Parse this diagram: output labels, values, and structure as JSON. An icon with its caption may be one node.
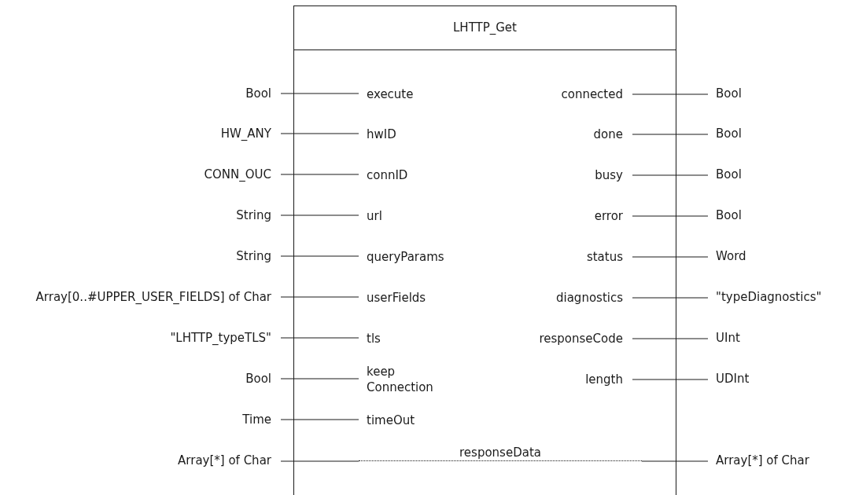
{
  "diagram": {
    "nodes": [
      {
        "text": [
          "LHTTP_Get"
        ]
      },
      {
        "text": [
          "Bool"
        ]
      },
      {
        "text": [
          "execute"
        ],
        "in": 0
      },
      {
        "text": [
          "connected"
        ],
        "in": 0
      },
      {
        "text": [
          "Bool"
        ]
      },
      {
        "text": [
          "HW_ANY"
        ]
      },
      {
        "text": [
          "hwID"
        ],
        "in": 0
      },
      {
        "text": [
          "done"
        ],
        "in": 0
      },
      {
        "text": [
          "Bool"
        ]
      },
      {
        "text": [
          "CONN_OUC"
        ]
      },
      {
        "text": [
          "connID"
        ],
        "in": 0
      },
      {
        "text": [
          "busy"
        ],
        "in": 0
      },
      {
        "text": [
          "Bool"
        ]
      },
      {
        "text": [
          "String"
        ]
      },
      {
        "text": [
          "url"
        ],
        "in": 0
      },
      {
        "text": [
          "error"
        ],
        "in": 0
      },
      {
        "text": [
          "Bool"
        ]
      },
      {
        "text": [
          "String"
        ]
      },
      {
        "text": [
          "queryParams"
        ],
        "in": 0
      },
      {
        "text": [
          "status"
        ],
        "in": 0
      },
      {
        "text": [
          "Word"
        ]
      },
      {
        "text": [
          "Array[0..#UPPER_USER_FIELDS] of Char"
        ]
      },
      {
        "text": [
          "userFields"
        ],
        "in": 0
      },
      {
        "text": [
          "diagnostics"
        ],
        "in": 0
      },
      {
        "text": [
          "\"typeDiagnostics\""
        ]
      },
      {
        "text": [
          "\"LHTTP_typeTLS\""
        ]
      },
      {
        "text": [
          "tls"
        ],
        "in": 0
      },
      {
        "text": [
          "responseCode"
        ],
        "in": 0
      },
      {
        "text": [
          "UInt"
        ]
      },
      {
        "text": [
          "Bool"
        ]
      },
      {
        "text": [
          "keep Connection"
        ],
        "in": 0
      },
      {
        "text": [
          "length"
        ],
        "in": 0
      },
      {
        "text": [
          "UDInt"
        ]
      },
      {
        "text": [
          "Time"
        ]
      },
      {
        "text": [
          "timeOut"
        ],
        "in": 0
      },
      {
        "text": [
          "Array[*] of Char"
        ]
      },
      {
        "text": [
          "responseData"
        ],
        "in": 0
      },
      {
        "text": [
          "Array[*] of Char"
        ]
      }
    ],
    "edges": [
      {
        "from": 1,
        "to": 2,
        "arrow": "none"
      },
      {
        "from": 3,
        "to": 4,
        "arrow": "none"
      },
      {
        "from": 5,
        "to": 6,
        "arrow": "none"
      },
      {
        "from": 7,
        "to": 8,
        "arrow": "none"
      },
      {
        "from": 9,
        "to": 10,
        "arrow": "none"
      },
      {
        "from": 11,
        "to": 12,
        "arrow": "none"
      },
      {
        "from": 13,
        "to": 14,
        "arrow": "none"
      },
      {
        "from": 15,
        "to": 16,
        "arrow": "none"
      },
      {
        "from": 17,
        "to": 18,
        "arrow": "none"
      },
      {
        "from": 19,
        "to": 20,
        "arrow": "none"
      },
      {
        "from": 21,
        "to": 22,
        "arrow": "none"
      },
      {
        "from": 23,
        "to": 24,
        "arrow": "none"
      },
      {
        "from": 25,
        "to": 26,
        "arrow": "none"
      },
      {
        "from": 27,
        "to": 28,
        "arrow": "none"
      },
      {
        "from": 29,
        "to": 30,
        "arrow": "none"
      },
      {
        "from": 31,
        "to": 32,
        "arrow": "none"
      },
      {
        "from": 33,
        "to": 34,
        "arrow": "none"
      },
      {
        "from": 35,
        "to": 36,
        "arrow": "none"
      },
      {
        "from": 36,
        "to": 37,
        "arrow": "none"
      }
    ]
  }
}
